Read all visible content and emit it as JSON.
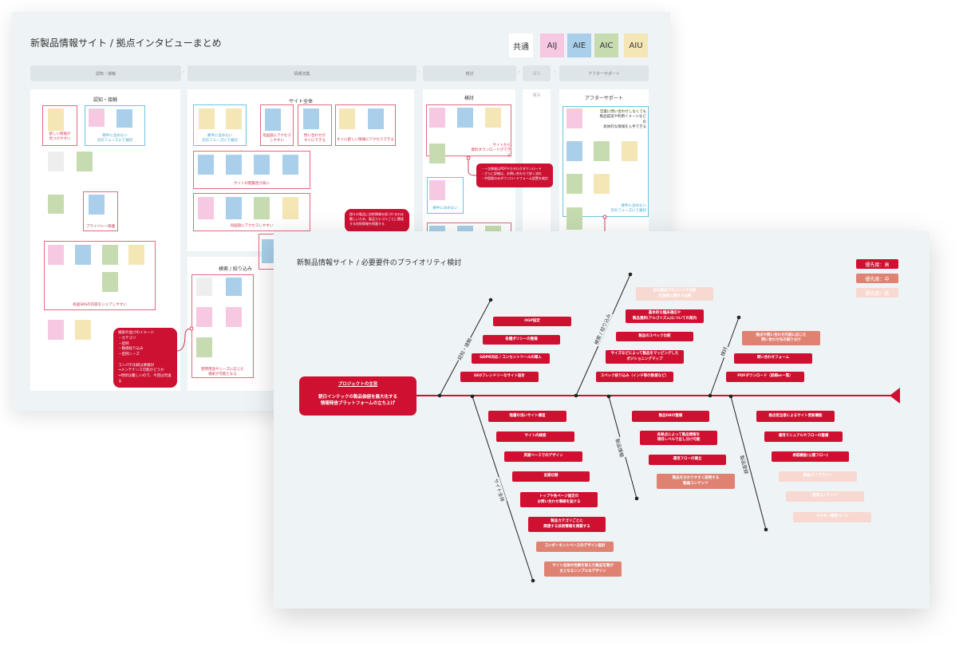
{
  "interview_board": {
    "title": "新製品情報サイト / 拠点インタビューまとめ",
    "legend": [
      {
        "label": "共通",
        "color": "#ffffff"
      },
      {
        "label": "AIJ",
        "color": "#f7c8e2"
      },
      {
        "label": "AIE",
        "color": "#a9cfea"
      },
      {
        "label": "AIC",
        "color": "#c6dcb0"
      },
      {
        "label": "AIU",
        "color": "#f5e6b5"
      }
    ],
    "phases": [
      "認知・接触",
      "情報収集",
      "検討",
      "購買",
      "アフターサポート"
    ],
    "columns": {
      "awareness": "認知・接触",
      "site_wide": "サイト全体",
      "search": "検索 / 絞り込み",
      "consider": "検討",
      "purchase": "購買",
      "after": "アフターサポート"
    },
    "captions": {
      "easy_find": "欲しい情報が\n見つけやすい",
      "next_phase": "要件に含めない\n次のフェーズにて検討",
      "privacy": "プライバシー保護",
      "sns_share": "各国SNSの内容をシェアしやすい",
      "next_phase_2": "要件に含めない\n次のフェーズにて検討",
      "native_lang": "母国語にアクセス\nしやすい",
      "quick_inquiry": "問い合わせが\nすぐにできる",
      "quick_info": "すぐに欲しい情報にアクセスできる",
      "readability": "サイトの閲覧性が高い",
      "native_lang_2": "母国語にアクセスしやすい",
      "search_needs": "使用用途やニーズに応じた\n検索が可能となる",
      "download": "サイトから\n資料ダウンロードができる",
      "not_included": "要件に含めない",
      "after_info": "営業に問い合わせしなくても\n製品提案や利用イメージなどの\n具体的な情報を入手できる",
      "next_phase_3": "要件に含めない\n次のフェーズにて検討"
    },
    "callouts": {
      "tech_info": "個々の製品に技術情報を紐づけるのは\n難しいため、製品カテゴリごとに関連\nする技術情報を掲載する",
      "search_image": "検索の並びのイメージ\n・カテゴリ\n・症例\n・数値絞り込み\n・症例ニーズ\n\nコンパチ比較は要検討\n⇒メンテナンス可能かどうか\n⇒現状は難しいので、今回は見送る",
      "download_note": "・一次情報はPDFやカタログダウンロード\n・さらに詳細は、お問い合わせで詳く流れ\n・中国版のみダウンロードフォーム設置を検討"
    }
  },
  "priority_board": {
    "title": "新製品情報サイト / 必要要件のプライオリティ検討",
    "legend": {
      "high": "優先度：高",
      "mid": "優先度：中",
      "low": "優先度：低"
    },
    "colors": {
      "high": "#cf1030",
      "mid": "#e08272",
      "low": "#f8d9d1"
    },
    "goal": {
      "heading": "プロジェクトの主旨",
      "text": "朝日インテックの製品価値を最大化する\n情報発信プラットフォームの立ち上げ"
    },
    "branches": {
      "awareness": {
        "label": "認知・接触",
        "items": [
          {
            "text": "OGP設定",
            "priority": "high"
          },
          {
            "text": "各種ポリシーの整備",
            "priority": "high"
          },
          {
            "text": "GDPR対応 / コンセントツールの導入",
            "priority": "high"
          },
          {
            "text": "SEOフレンドリーなサイト設計",
            "priority": "high"
          }
        ]
      },
      "search": {
        "label": "検索 / 絞り込み",
        "items": [
          {
            "text": "自社製品でのコンパチ比較\n/互換性に関する比較",
            "priority": "low"
          },
          {
            "text": "基本的な臨床適応や\n製品選択(アルゴリズム)についての案内",
            "priority": "high"
          },
          {
            "text": "製品のスペック比較",
            "priority": "high"
          },
          {
            "text": "サイズなどによって製品をマッピングした\nポジショニングマップ",
            "priority": "high"
          },
          {
            "text": "スペック絞り込み（インチ等の数値など）",
            "priority": "high"
          }
        ]
      },
      "consider": {
        "label": "検討",
        "items": [
          {
            "text": "拠点や問い合わせ内容に応じた\n問い合わせ先の振り分け",
            "priority": "mid"
          },
          {
            "text": "問い合わせフォーム",
            "priority": "high"
          },
          {
            "text": "PDFダウンロード（詳細or一覧）",
            "priority": "high"
          }
        ]
      },
      "site_wide": {
        "label": "サイト全体",
        "items": [
          {
            "text": "階層の浅いサイト構造",
            "priority": "high"
          },
          {
            "text": "サイト内検索",
            "priority": "high"
          },
          {
            "text": "英語ベースでのデザイン",
            "priority": "high"
          },
          {
            "text": "言語切替",
            "priority": "high"
          },
          {
            "text": "トップや各ページ固定の\nお問い合わせ導線を設ける",
            "priority": "high"
          },
          {
            "text": "製品カテゴリごとに\n関連する技術情報を掲載する",
            "priority": "high"
          },
          {
            "text": "コンポーネントベースのデザイン設計",
            "priority": "mid"
          },
          {
            "text": "サイト自体の色数を抑えた製品写真が\n主となるシンプルなデザイン",
            "priority": "mid"
          }
        ]
      },
      "product_info": {
        "label": "製品情報",
        "items": [
          {
            "text": "製品DBの整備",
            "priority": "high"
          },
          {
            "text": "各拠点によって製品情報を\n項目レベルで出し分け可能",
            "priority": "high"
          },
          {
            "text": "運用フローの確立",
            "priority": "high"
          },
          {
            "text": "製品を分かりやすく説明する\n動画コンテンツ",
            "priority": "mid"
          }
        ]
      },
      "product_reg": {
        "label": "製品登録",
        "items": [
          {
            "text": "拠点担当者によるサイト更新機能",
            "priority": "high"
          },
          {
            "text": "運用マニュアルやフローの整備",
            "priority": "high"
          },
          {
            "text": "承認機能(公開フロー)",
            "priority": "high"
          },
          {
            "text": "動画ライブラリー",
            "priority": "low"
          },
          {
            "text": "教育コンテンツ",
            "priority": "low"
          },
          {
            "text": "ドクター専用ページ",
            "priority": "low"
          }
        ]
      }
    }
  }
}
